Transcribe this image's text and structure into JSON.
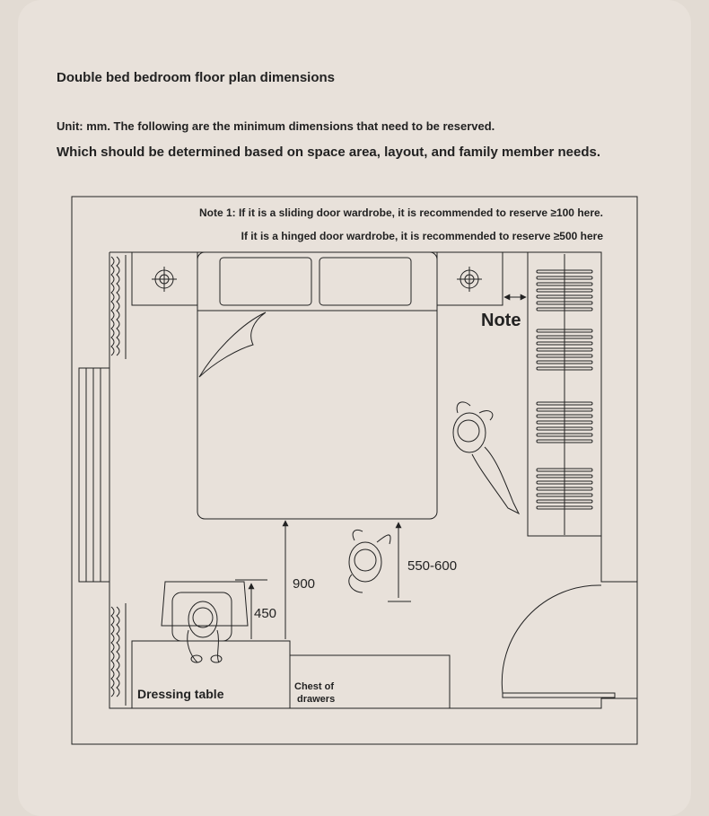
{
  "header": {
    "title": "Double bed bedroom floor plan dimensions",
    "unit_line": "Unit: mm. The following are the minimum dimensions that need to be reserved.",
    "note_line": "Which should be determined based on space area, layout, and family member needs."
  },
  "plan": {
    "note1_line1": "Note 1: If it is a sliding door wardrobe, it is recommended to reserve ≥100 here.",
    "note1_line2": "If it is a hinged door wardrobe, it is recommended to reserve ≥500 here",
    "note_marker": "Note",
    "dim_bed_gap": "900",
    "dim_walkway": "550-600",
    "dim_chair": "450",
    "dressing_table": "Dressing table",
    "chest_line1": "Chest of",
    "chest_line2": "drawers"
  },
  "colors": {
    "background": "#e2dbd3",
    "card": "#e8e1da",
    "line": "#222222"
  }
}
